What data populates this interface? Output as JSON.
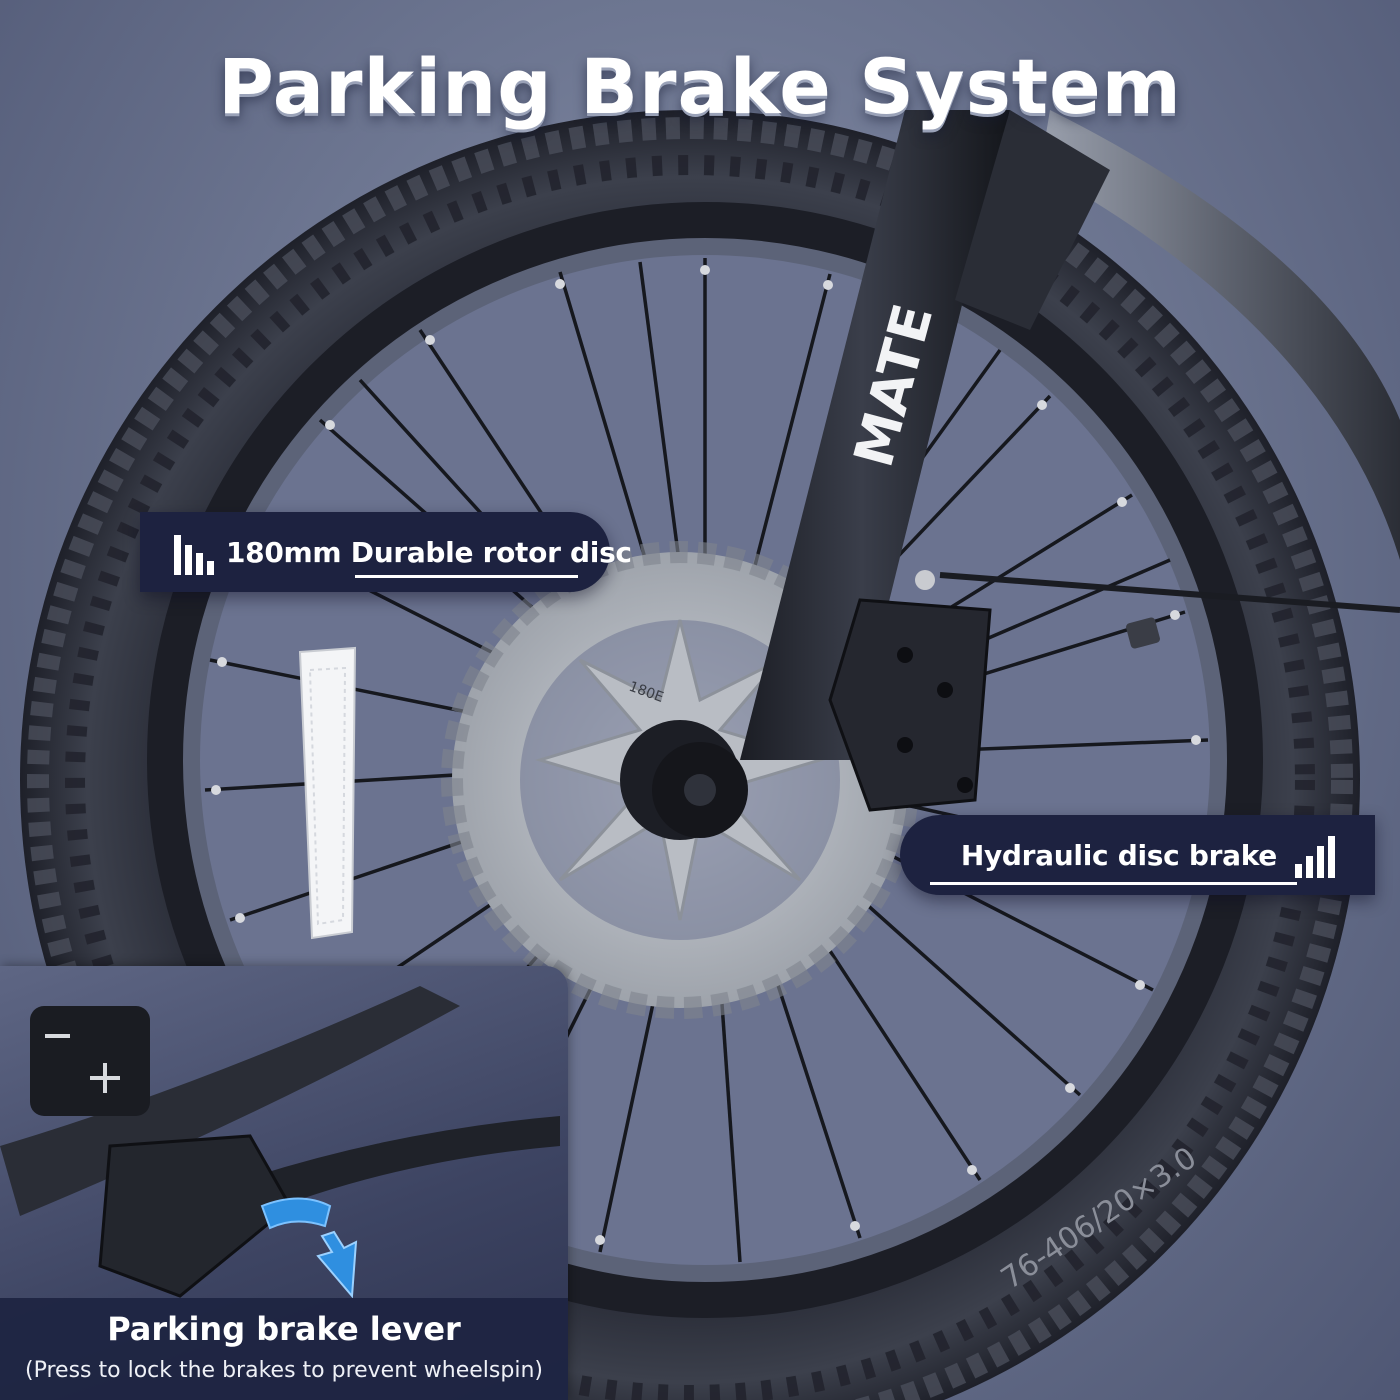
{
  "title": "Parking Brake System",
  "callouts": {
    "rotor": "180mm Durable rotor disc",
    "hydraulic": "Hydraulic disc brake"
  },
  "inset": {
    "title": "Parking brake lever",
    "subtitle": "(Press to lock the brakes to prevent wheelspin)"
  },
  "brand_mark": "MATE",
  "rotor_label": "180E",
  "tire_marking": "76-406/20×3.0",
  "colors": {
    "background": "#6e7792",
    "callout_bg": "#1d2240",
    "accent_blue": "#2f8fe0",
    "text": "#ffffff"
  },
  "icons": [
    "signal-bars-icon",
    "arrow-icon"
  ]
}
